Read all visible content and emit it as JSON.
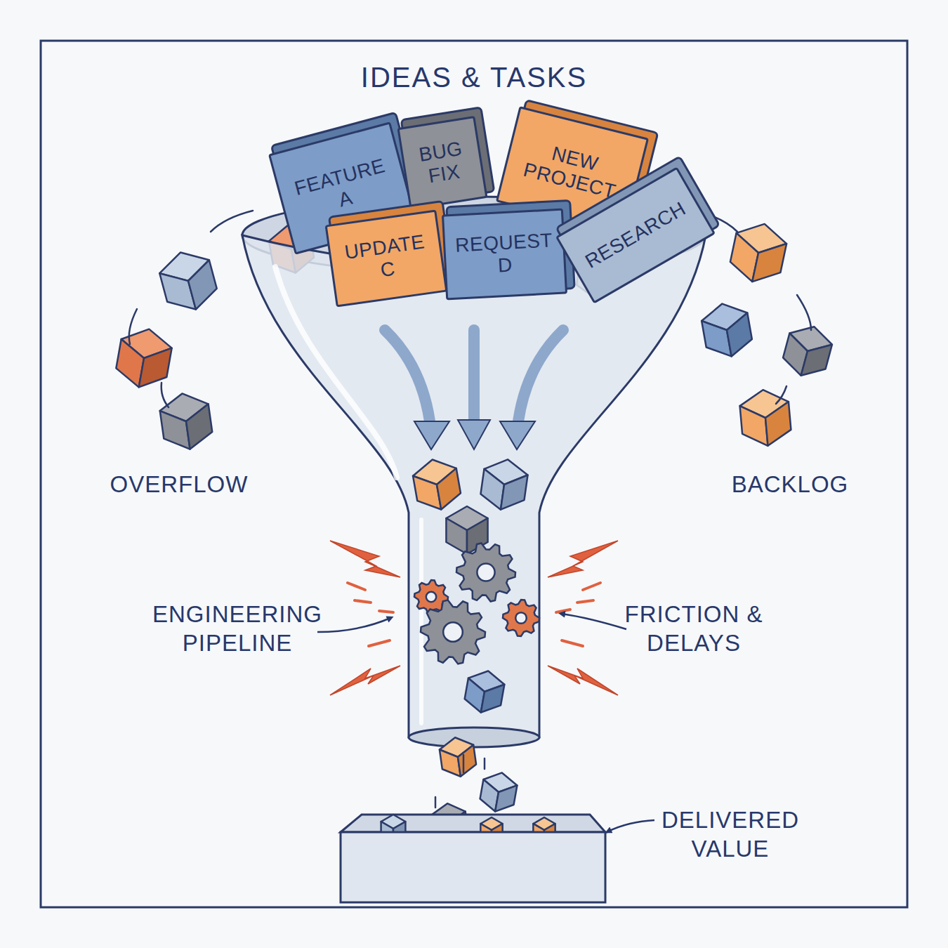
{
  "diagram": {
    "title": "IDEAS & TASKS",
    "nodes": [
      {
        "text": [
          "FEATURE A"
        ]
      },
      {
        "text": [
          "BUG FIX"
        ]
      },
      {
        "text": [
          "NEW PROJECT"
        ]
      },
      {
        "text": [
          "UPDATE C"
        ]
      },
      {
        "text": [
          "REQUEST D"
        ]
      },
      {
        "text": [
          "RESEARCH"
        ]
      }
    ],
    "labels": [
      "OVERFLOW",
      "BACKLOG",
      "ENGINEERING PIPELINE",
      "FRICTION & DELAYS",
      "DELIVERED VALUE"
    ]
  }
}
